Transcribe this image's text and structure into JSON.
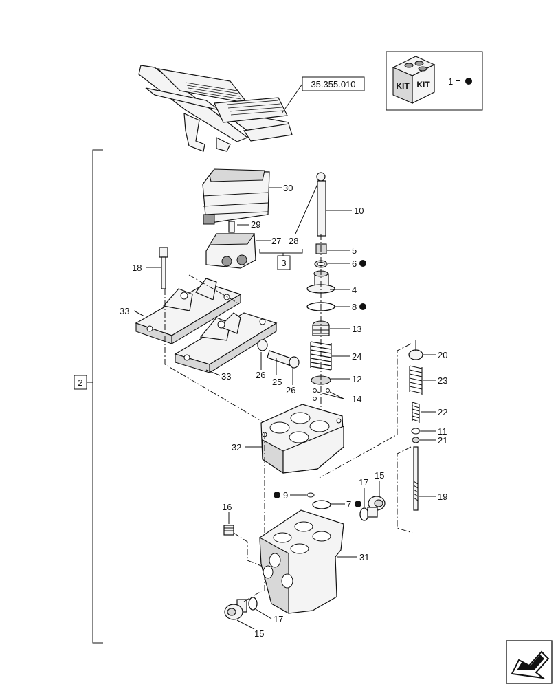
{
  "reference_box": "35.355.010",
  "group_box": "2",
  "sub_box": "3",
  "legend": {
    "kit_label_1": "KIT",
    "kit_label_2": "KIT",
    "equation": "1 ="
  },
  "callouts": {
    "c30": "30",
    "c29": "29",
    "c27": "27",
    "c28": "28",
    "c10": "10",
    "c5": "5",
    "c6": "6",
    "c4": "4",
    "c8": "8",
    "c13": "13",
    "c24": "24",
    "c12": "12",
    "c14": "14",
    "c18": "18",
    "c33a": "33",
    "c33b": "33",
    "c26a": "26",
    "c25": "25",
    "c26b": "26",
    "c20": "20",
    "c23": "23",
    "c22": "22",
    "c11": "11",
    "c21": "21",
    "c19": "19",
    "c32": "32",
    "c9": "9",
    "c7": "7",
    "c17a": "17",
    "c15a": "15",
    "c16": "16",
    "c31": "31",
    "c17b": "17",
    "c15b": "15"
  }
}
